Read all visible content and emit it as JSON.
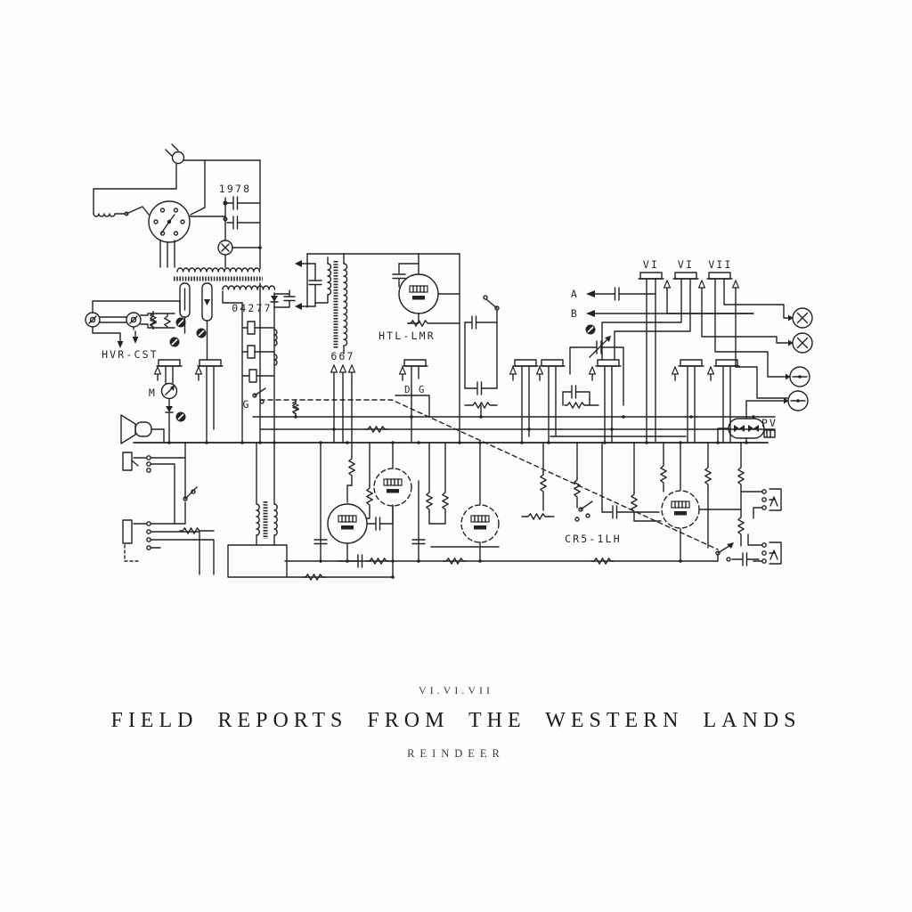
{
  "artwork": {
    "catalog_number": "VI.VI.VII",
    "title": "FIELD REPORTS FROM THE WESTERN LANDS",
    "artist": "REINDEER",
    "ink_color": "#232323",
    "background": "#fdfdfd"
  },
  "schematic_labels": {
    "year": "1978",
    "serial": "04277",
    "hvr_cst": "HVR-CST",
    "htl_lmr": "HTL-LMR",
    "n667": "667",
    "dg": "D G",
    "meter_m": "M",
    "point_g": "G",
    "tube_v1": "VI",
    "tube_v2": "VI",
    "tube_v3": "VII",
    "point_a": "A",
    "point_b": "B",
    "pv": "PV",
    "cr5": "CR5-1LH"
  }
}
